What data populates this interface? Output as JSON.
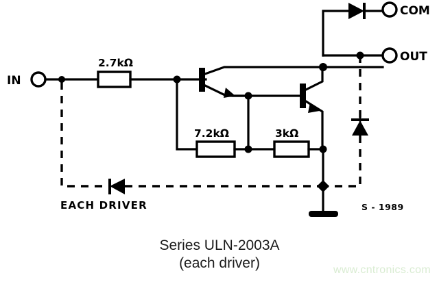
{
  "diagram": {
    "title_line1": "Series ULN-2003A",
    "title_line2": "(each driver)",
    "stamp": "S - 1989",
    "note": "EACH DRIVER",
    "watermark": "www.cntronics.com",
    "colors": {
      "ink": "#000000",
      "background": "#ffffff",
      "watermark": "#d9ecd2"
    },
    "terminals": [
      {
        "name": "input",
        "label": "IN"
      },
      {
        "name": "common",
        "label": "COM"
      },
      {
        "name": "output",
        "label": "OUT"
      }
    ],
    "resistors": [
      {
        "name": "base-resistor",
        "label": "2.7kΩ"
      },
      {
        "name": "bias-resistor-1",
        "label": "7.2kΩ"
      },
      {
        "name": "bias-resistor-2",
        "label": "3kΩ"
      }
    ],
    "components": [
      {
        "name": "transistor-q1",
        "type": "npn"
      },
      {
        "name": "transistor-q2",
        "type": "npn"
      },
      {
        "name": "com-diode",
        "type": "diode",
        "orientation": "right"
      },
      {
        "name": "output-clamp-diode",
        "type": "diode",
        "orientation": "up"
      },
      {
        "name": "each-driver-diode",
        "type": "diode",
        "orientation": "left"
      },
      {
        "name": "ground",
        "type": "ground"
      }
    ]
  }
}
